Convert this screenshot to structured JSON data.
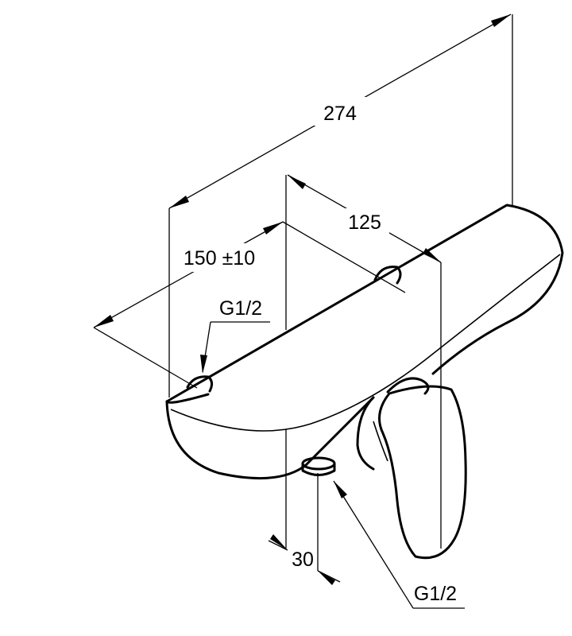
{
  "dimensions": {
    "overall_length": "274",
    "inlet_centers": "150 ±10",
    "outlet_offset": "125",
    "outlet_depth": "30",
    "inlet_thread": "G1/2",
    "outlet_thread": "G1/2"
  }
}
